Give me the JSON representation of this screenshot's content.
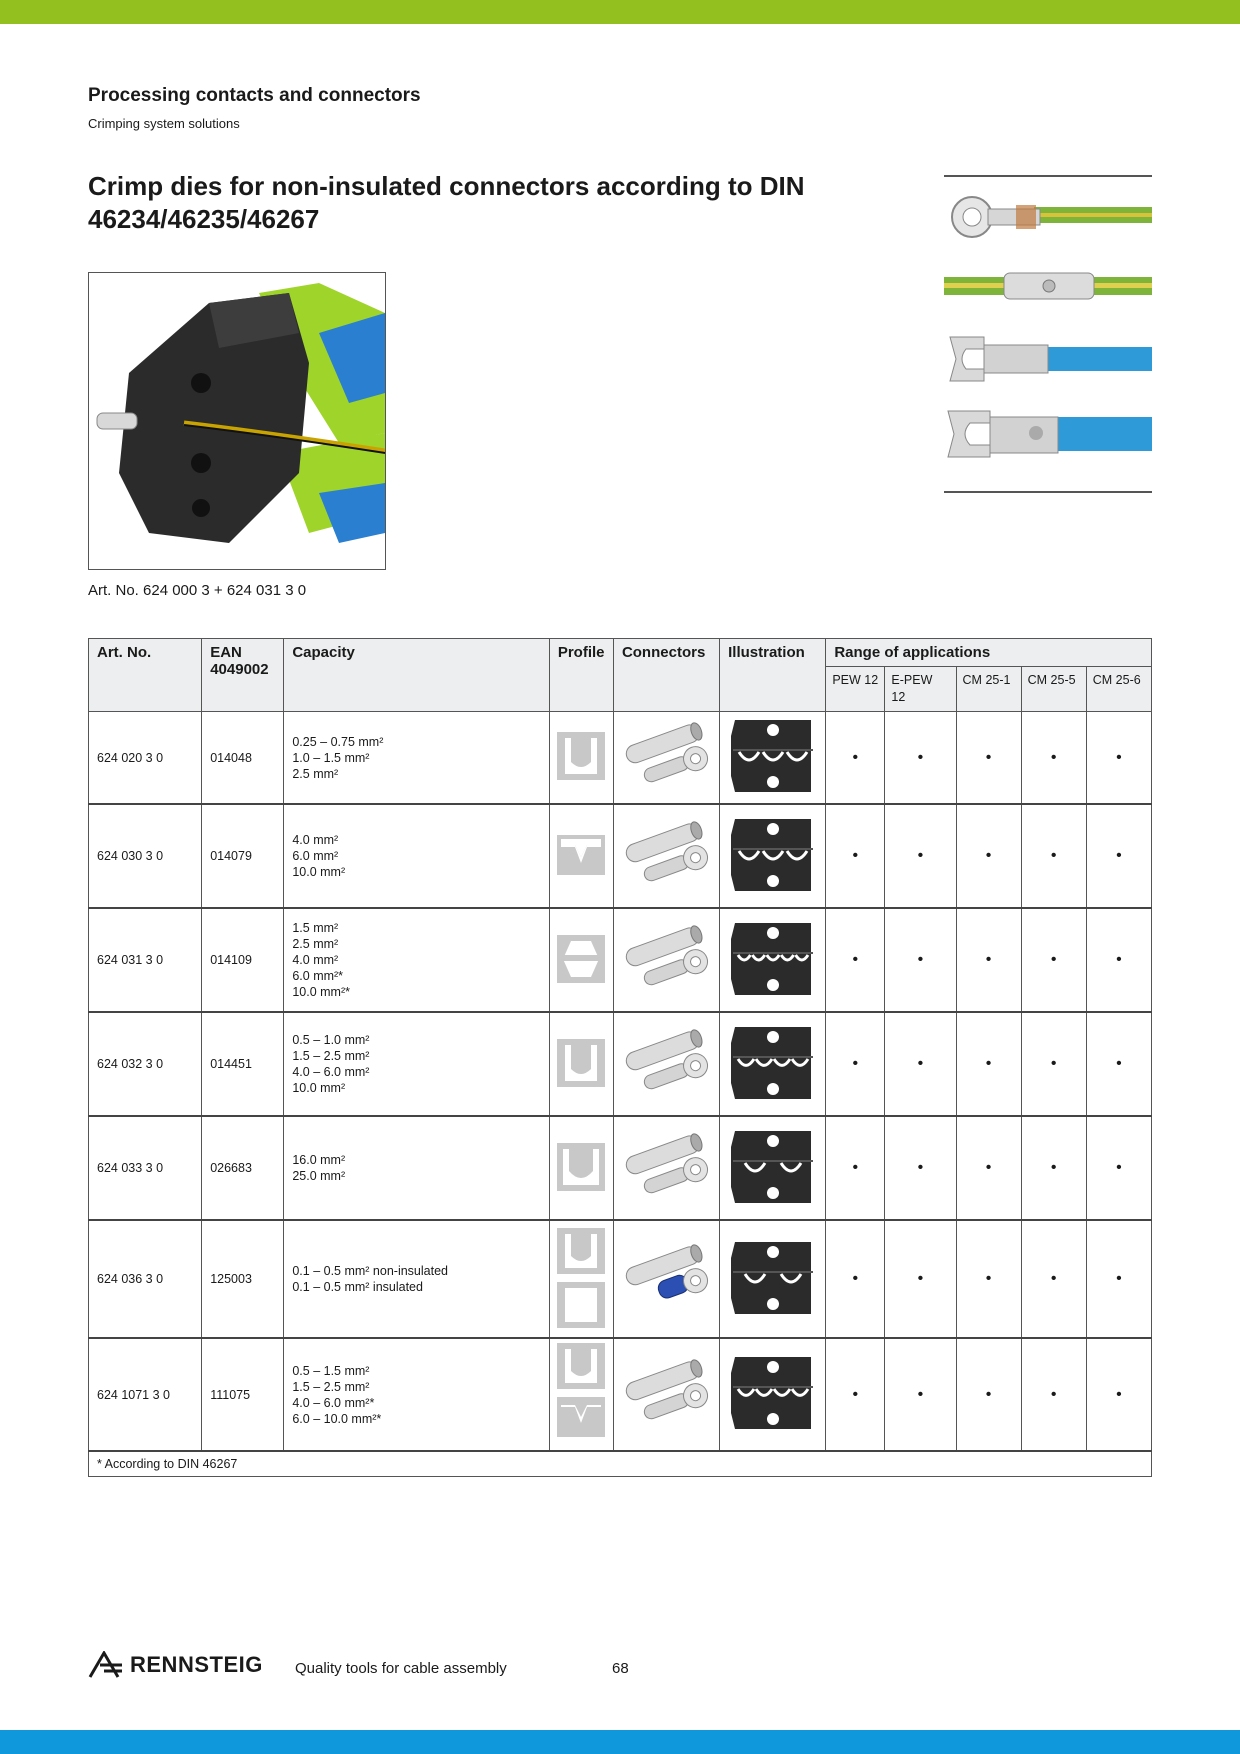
{
  "header": {
    "section_title": "Processing contacts and connectors",
    "section_subtitle": "Crimping system solutions",
    "product_title": "Crimp dies for non-insulated connectors according to DIN 46234/46235/46267"
  },
  "photo_caption": "Art. No. 624 000 3 + 624 031 3 0",
  "colors": {
    "green": "#93c01f",
    "blue": "#0f99dc",
    "header_bg": "#eceeef"
  },
  "table": {
    "headers": {
      "art_no": "Art. No.",
      "ean": "EAN 4049002",
      "capacity": "Capacity",
      "profile": "Profile",
      "connectors": "Connectors",
      "illustration": "Illustration",
      "range": "Range of applications"
    },
    "range_columns": [
      "PEW 12",
      "E-PEW 12",
      "CM 25-1",
      "CM 25-5",
      "CM 25-6"
    ],
    "rows": [
      {
        "art_no": "624 020 3 0",
        "ean": "014048",
        "capacity": [
          "0.25 – 0.75 mm²",
          "1.0 – 1.5 mm²",
          "2.5 mm²"
        ],
        "applications": [
          "•",
          "•",
          "•",
          "•",
          "•"
        ]
      },
      {
        "art_no": "624 030 3 0",
        "ean": "014079",
        "capacity": [
          "4.0 mm²",
          "6.0 mm²",
          "10.0 mm²"
        ],
        "applications": [
          "•",
          "•",
          "•",
          "•",
          "•"
        ]
      },
      {
        "art_no": "624 031 3 0",
        "ean": "014109",
        "capacity": [
          "1.5 mm²",
          "2.5 mm²",
          "4.0 mm²",
          "6.0 mm²*",
          "10.0 mm²*"
        ],
        "applications": [
          "•",
          "•",
          "•",
          "•",
          "•"
        ]
      },
      {
        "art_no": "624 032 3 0",
        "ean": "014451",
        "capacity": [
          "0.5 – 1.0 mm²",
          "1.5 – 2.5 mm²",
          "4.0 – 6.0 mm²",
          "10.0 mm²"
        ],
        "applications": [
          "•",
          "•",
          "•",
          "•",
          "•"
        ]
      },
      {
        "art_no": "624 033 3 0",
        "ean": "026683",
        "capacity": [
          "16.0 mm²",
          "25.0 mm²"
        ],
        "applications": [
          "•",
          "•",
          "•",
          "•",
          "•"
        ]
      },
      {
        "art_no": "624 036 3 0",
        "ean": "125003",
        "capacity": [
          "0.1 – 0.5 mm² non-insulated",
          "0.1 – 0.5 mm² insulated"
        ],
        "applications": [
          "•",
          "•",
          "•",
          "•",
          "•"
        ]
      },
      {
        "art_no": "624 1071 3 0",
        "ean": "111075",
        "capacity": [
          "0.5 – 1.5 mm²",
          "1.5 – 2.5 mm²",
          "4.0 – 6.0 mm²*",
          "6.0 – 10.0 mm²*"
        ],
        "applications": [
          "•",
          "•",
          "•",
          "•",
          "•"
        ]
      }
    ],
    "footnote": "* According to DIN 46267"
  },
  "footer": {
    "brand": "RENNSTEIG",
    "tagline": "Quality tools for cable assembly",
    "page_number": "68"
  }
}
